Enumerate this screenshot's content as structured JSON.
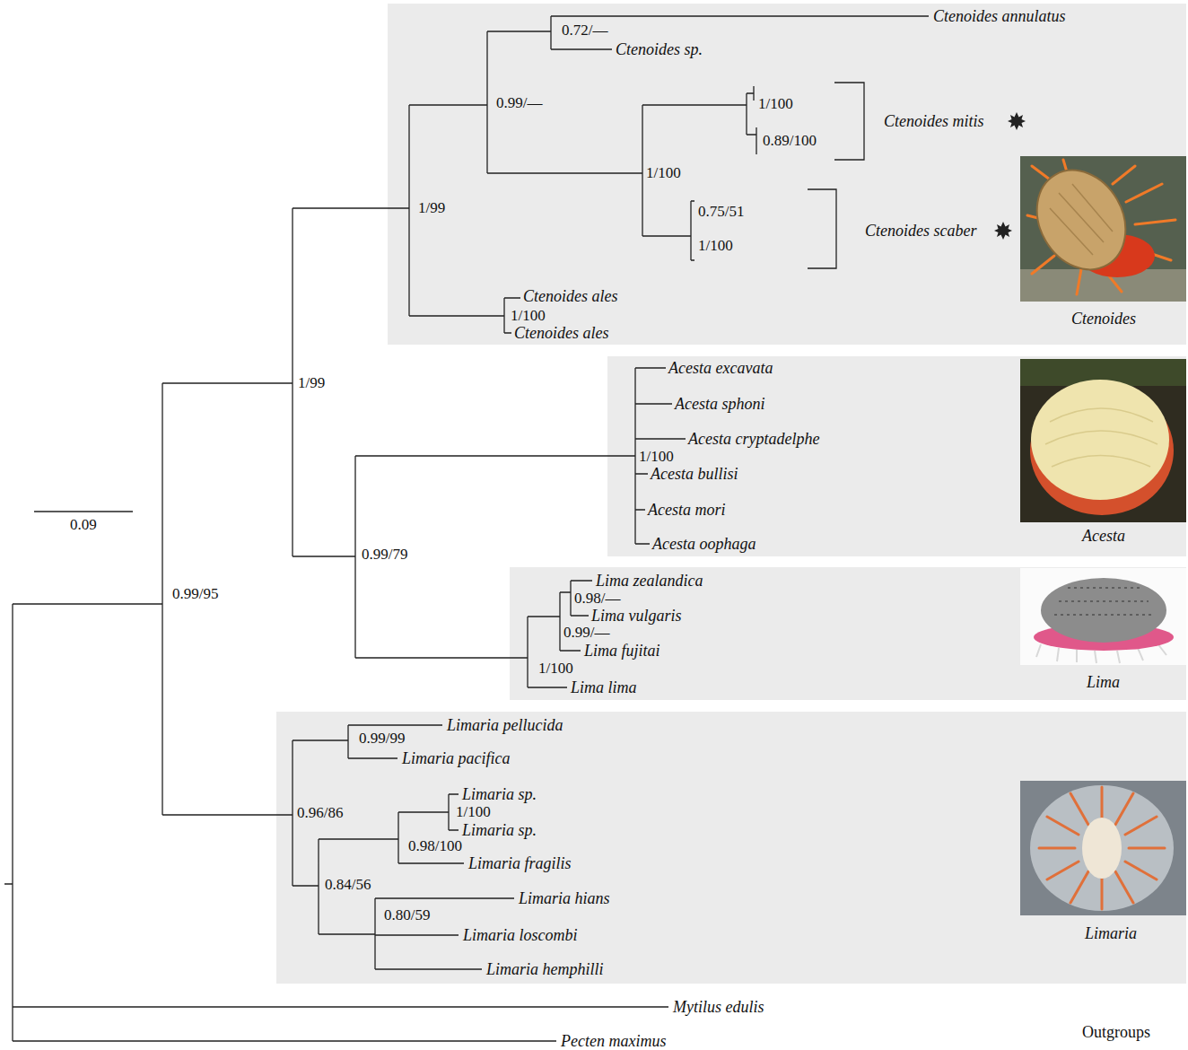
{
  "diagram": {
    "nodes": [
      {
        "text": [
          "Ctenoides annulatus",
          "0.72/—",
          "Ctenoides sp.",
          "0.99/—",
          "1/100",
          "Ctenoides mitis",
          "0.89/100",
          "1/100",
          "0.75/51",
          "Ctenoides scaber",
          "1/100",
          "1/99",
          "Ctenoides ales",
          "1/100",
          "Ctenoides ales",
          "Ctenoides"
        ]
      },
      {
        "text": [
          "Acesta excavata",
          "Acesta sphoni",
          "Acesta cryptadelphe",
          "1/100",
          "Acesta bullisi",
          "Acesta mori",
          "Acesta oophaga",
          "Acesta"
        ]
      },
      {
        "text": [
          "Lima zealandica",
          "0.98/—",
          "Lima vulgaris",
          "0.99/—",
          "Lima fujitai",
          "1/100",
          "Lima lima",
          "Lima"
        ]
      },
      {
        "text": [
          "Limaria pellucida",
          "0.99/99",
          "Limaria pacifica",
          "0.96/86",
          "Limaria sp.",
          "1/100",
          "Limaria sp.",
          "0.98/100",
          "Limaria fragilis",
          "0.84/56",
          "Limaria hians",
          "0.80/59",
          "Limaria loscombi",
          "Limaria hemphilli",
          "Limaria"
        ]
      }
    ],
    "labels": [
      "0.09",
      "1/99",
      "0.99/79",
      "0.99/95",
      "Mytilus edulis",
      "Pecten maximus",
      "Outgroups"
    ]
  }
}
